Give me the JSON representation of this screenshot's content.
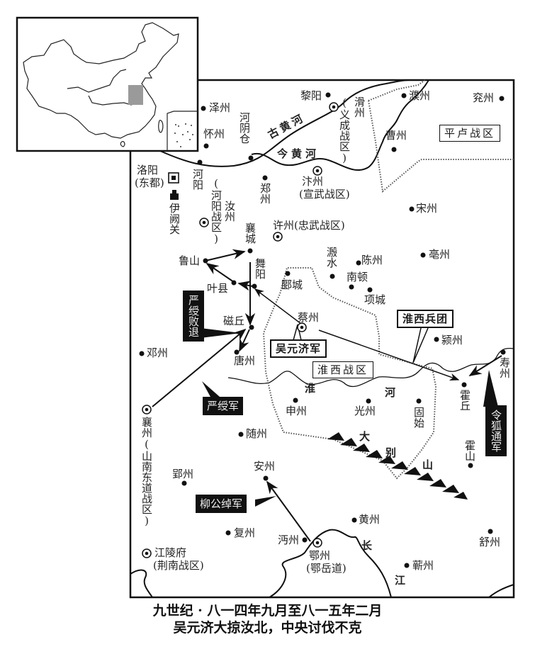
{
  "caption": {
    "line1": "九世纪 · 八一四年九月至八一五年二月",
    "line2": "吴元济大掠汝北，中央讨伐不克"
  },
  "inset": {
    "label": "china-locator-inset",
    "highlight_color": "#9a9a9a"
  },
  "rivers": {
    "old_yellow_river": "古黄河",
    "new_yellow_river": "今黄河",
    "huai_river": [
      "淮",
      "河"
    ],
    "yangtze": [
      "长",
      "江"
    ]
  },
  "mountains": {
    "dabie": [
      "大",
      "别",
      "山"
    ]
  },
  "regions": {
    "pinglu": "平卢战区",
    "huaixi": "淮西战区"
  },
  "army_labels": {
    "wu_yuanji": "吴元济军",
    "huaixi_corps": "淮西兵团",
    "yan_shou": "严绶军",
    "yan_shou_retreat": "严绶败退",
    "liu_gongchuo": "柳公绰军",
    "linghu_tong": "令狐通军"
  },
  "places": {
    "zezhou": "泽州",
    "huaizhou": "怀州",
    "heyincang": "河阴仓",
    "liyang": "黎阳",
    "huazhou": "滑州",
    "yicheng": "(义成战区)",
    "puzhou": "濮州",
    "yanzhou": "兖州",
    "caozhou": "曹州",
    "luoyang": "洛阳",
    "luoyang_note": "(东都)",
    "heyang": "河阳",
    "heyang_zone": "(河阳战区)",
    "ruzhou": "汝州",
    "zhengzhou": "郑州",
    "bianzhou": "汴州",
    "xuanwu": "(宣武战区)",
    "songzhou": "宋州",
    "xuzhou": "许州(忠武战区)",
    "yiqueguan": "伊阙关",
    "xiangcheng": "襄城",
    "lushan": "鲁山",
    "wuyang": "舞阳",
    "yexian": "叶县",
    "yancheng": "郾城",
    "shuishui": "溵水",
    "chenzhou": "陈州",
    "nandun": "南顿",
    "xiangcheng2": "项城",
    "bozhou": "亳州",
    "caizhou": "蔡州",
    "yingzhou": "颍州",
    "ciqiu": "磁丘",
    "tangzhou": "唐州",
    "dengzhou": "邓州",
    "shouzhou": "寿州",
    "huoqiu": "霍丘",
    "shenzhou": "申州",
    "guangzhou": "光州",
    "gushi": "固始",
    "huoshan": "霍山",
    "xiangzhou": "襄州(山南东道战区)",
    "suizhou": "随州",
    "yingzhou2": "郢州",
    "anzhou": "安州",
    "fuzhou": "复州",
    "mianzhou": "沔州",
    "ezhou": "鄂州",
    "eyue": "(鄂岳道)",
    "huangzhou": "黄州",
    "qizhou": "蕲州",
    "shuzhou": "舒州",
    "jiangling": "江陵府",
    "jingnan": "(荆南战区)"
  },
  "legend_symbols": {
    "city": "filled-dot",
    "military_hq": "circled-dot",
    "capital": "boxed-square",
    "pass": "gate-icon"
  }
}
